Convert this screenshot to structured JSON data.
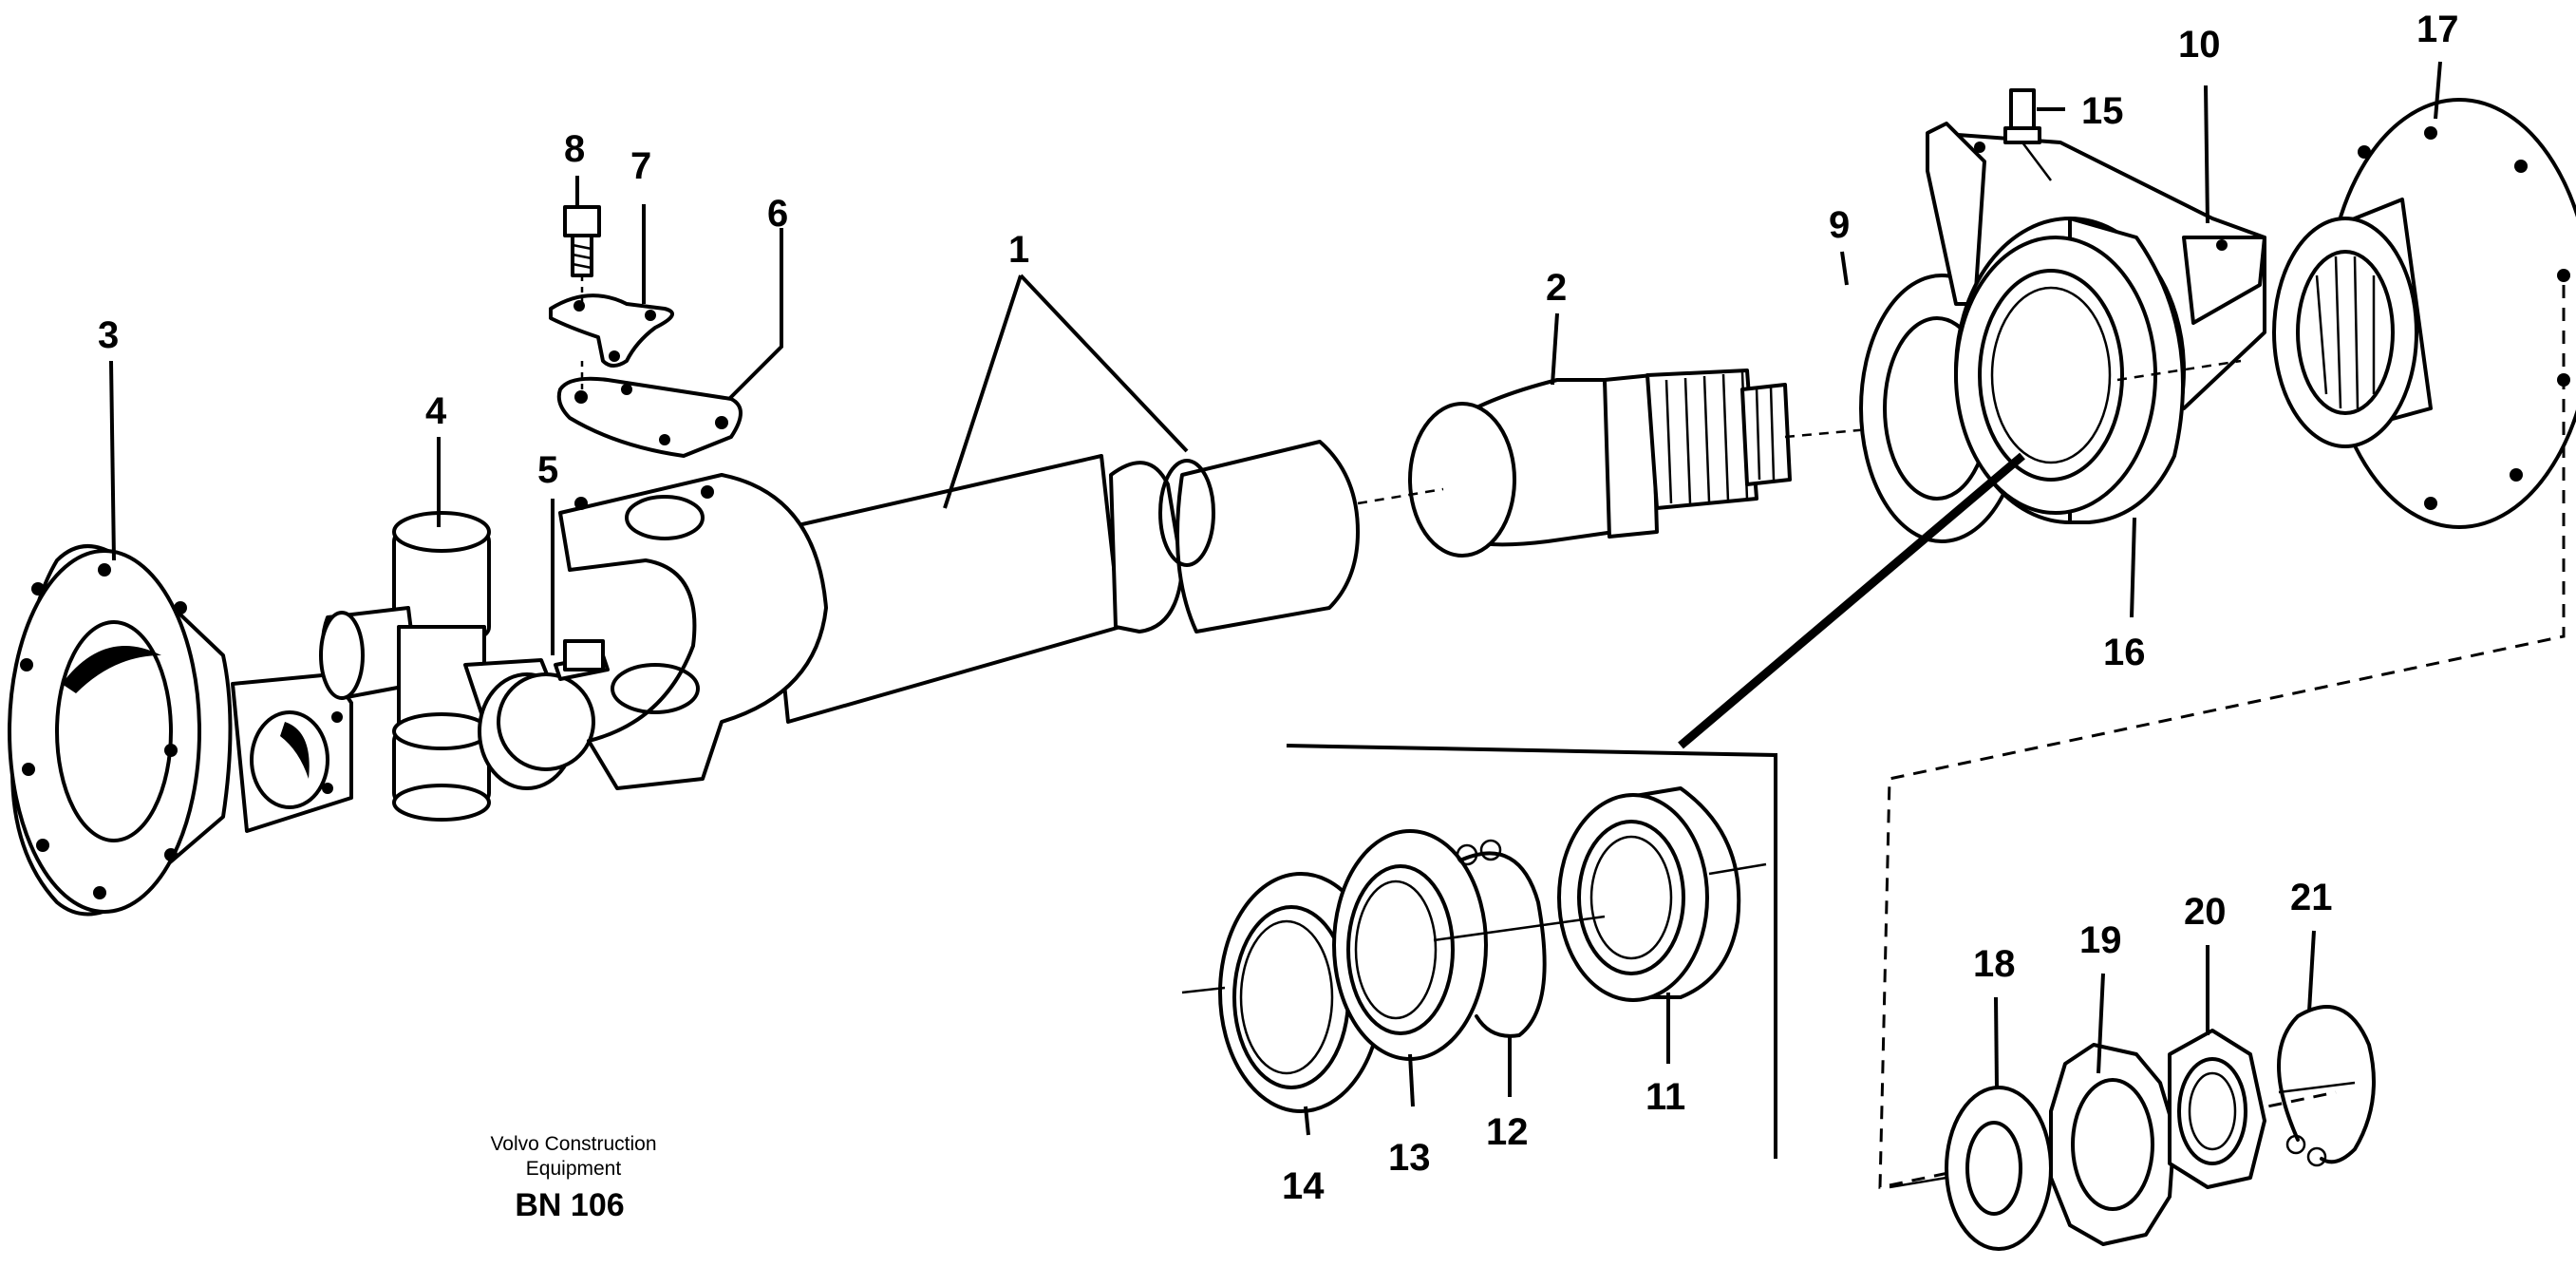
{
  "diagram": {
    "callouts": [
      "1",
      "2",
      "3",
      "4",
      "5",
      "6",
      "7",
      "8",
      "9",
      "10",
      "11",
      "12",
      "13",
      "14",
      "15",
      "16",
      "17",
      "18",
      "19",
      "20",
      "21"
    ],
    "caption": {
      "line1": "Volvo Construction",
      "line2": "Equipment",
      "code": "BN 106"
    }
  }
}
